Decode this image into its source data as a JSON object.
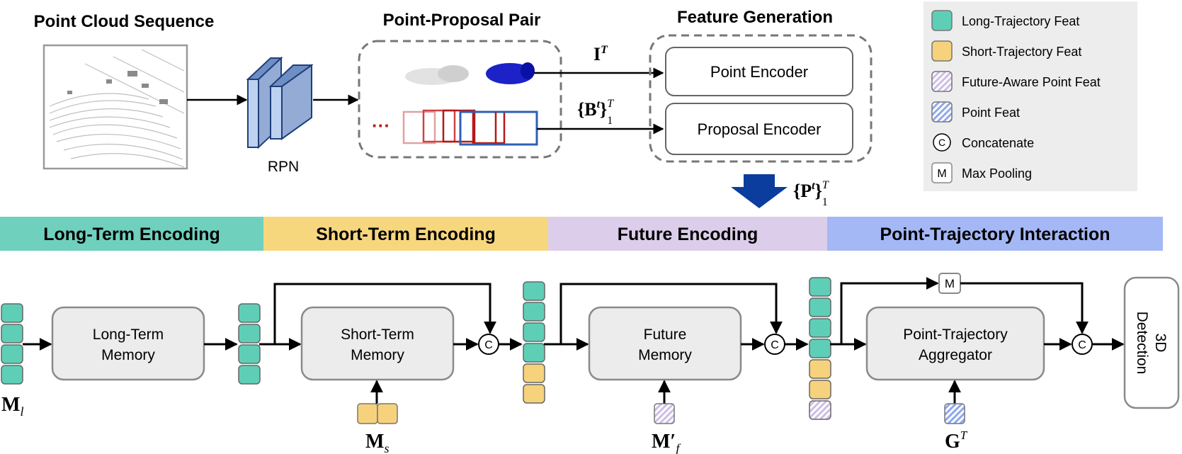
{
  "top": {
    "point_cloud_title": "Point Cloud Sequence",
    "rpn_label": "RPN",
    "pair_title": "Point-Proposal Pair",
    "feature_title": "Feature Generation",
    "point_encoder_label": "Point Encoder",
    "proposal_encoder_label": "Proposal Encoder",
    "ellipsis": "···",
    "i_label": {
      "base": "I",
      "sup": "T"
    },
    "b_label": {
      "base": "{B",
      "sup_t": "t",
      "close": "}",
      "sup": "T",
      "sub": "1"
    },
    "p_label": {
      "base": "{P",
      "sup_t": "t",
      "close": "}",
      "sup": "T",
      "sub": "1"
    }
  },
  "legend": {
    "items": [
      {
        "label": "Long-Trajectory Feat",
        "swatch": "long"
      },
      {
        "label": "Short-Trajectory Feat",
        "swatch": "short"
      },
      {
        "label": "Future-Aware Point Feat",
        "swatch": "future"
      },
      {
        "label": "Point Feat",
        "swatch": "point"
      },
      {
        "label": "Concatenate",
        "swatch": "concat",
        "symbol": "C"
      },
      {
        "label": "Max Pooling",
        "swatch": "maxpool",
        "symbol": "M"
      }
    ]
  },
  "banners": [
    {
      "label": "Long-Term Encoding",
      "color": "#6fd0bd"
    },
    {
      "label": "Short-Term Encoding",
      "color": "#f7d77e"
    },
    {
      "label": "Future Encoding",
      "color": "#dccdea"
    },
    {
      "label": "Point-Trajectory Interaction",
      "color": "#a4b8f6"
    }
  ],
  "pipeline": {
    "long_memory": [
      "Long-Term",
      "Memory"
    ],
    "short_memory": [
      "Short-Term",
      "Memory"
    ],
    "future_memory": [
      "Future",
      "Memory"
    ],
    "aggregator": [
      "Point-Trajectory",
      "Aggregator"
    ],
    "detection": [
      "3D",
      "Detection"
    ],
    "concat_symbol": "C",
    "maxpool_symbol": "M",
    "m_l": {
      "base": "M",
      "sub": "l"
    },
    "m_s": {
      "base": "M",
      "sub": "s"
    },
    "m_f": {
      "base": "M′",
      "sub": "f"
    },
    "g_t": {
      "base": "G",
      "sup": "T"
    }
  },
  "colors": {
    "long": "#5ecfb6",
    "short": "#f7d27c",
    "future": "#d8cce8",
    "point_blue": "#9fb4ee",
    "box_fill": "#ececec",
    "box_stroke": "#8a8a8a",
    "arrow": "#000000",
    "down_arrow": "#0a3d9e",
    "legend_bg": "#ededed"
  }
}
